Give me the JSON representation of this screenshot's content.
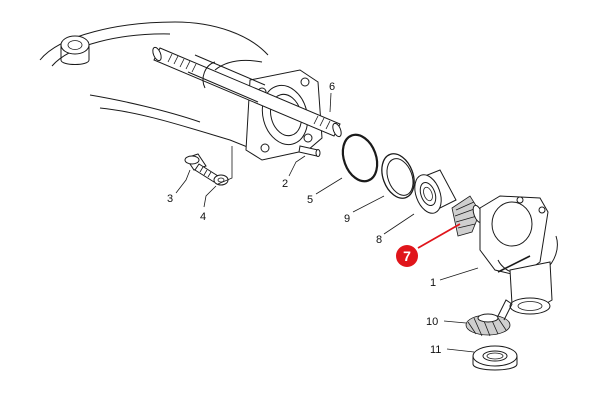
{
  "diagram": {
    "callouts": [
      {
        "key": "c1",
        "text": "1"
      },
      {
        "key": "c2",
        "text": "2"
      },
      {
        "key": "c3",
        "text": "3"
      },
      {
        "key": "c4",
        "text": "4"
      },
      {
        "key": "c5",
        "text": "5"
      },
      {
        "key": "c6",
        "text": "6"
      },
      {
        "key": "c8",
        "text": "8"
      },
      {
        "key": "c9",
        "text": "9"
      },
      {
        "key": "c10",
        "text": "10"
      },
      {
        "key": "c11",
        "text": "11"
      }
    ],
    "highlight": {
      "text": "7",
      "color": "#e0151b"
    }
  }
}
